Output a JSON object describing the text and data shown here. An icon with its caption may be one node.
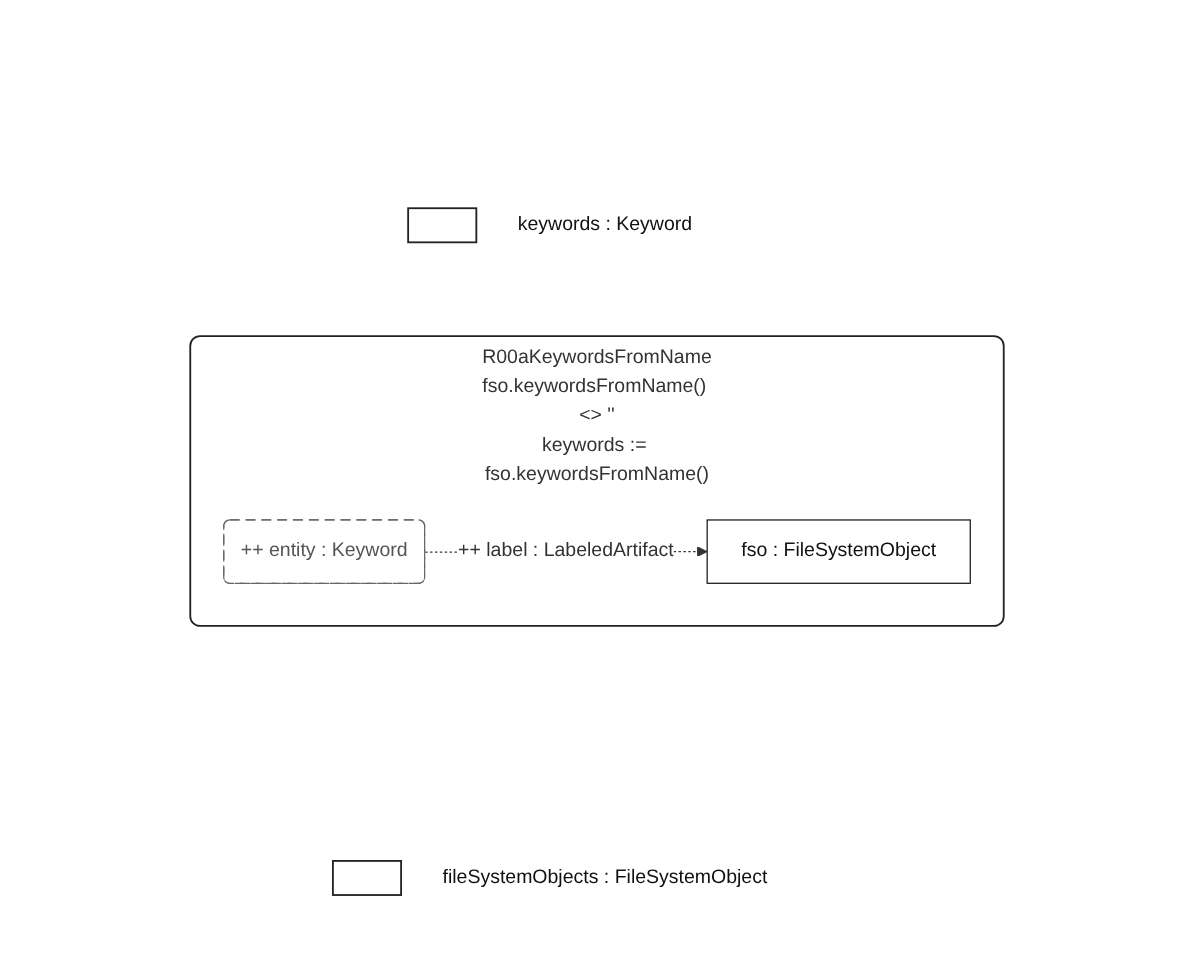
{
  "diagram": {
    "nodes": [
      {
        "text": [
          "R00aKeywordsFromName",
          "fso.keywordsFromName() <> ''",
          "keywords := fso.keywordsFromName()"
        ]
      },
      {
        "text": [],
        "shape": "box",
        "beside": [
          "keywords : Keyword"
        ]
      },
      {
        "text": [],
        "shape": "box",
        "beside": [
          "fileSystemObjects : FileSystemObject"
        ]
      },
      {
        "text": [
          "++ entity : Keyword"
        ],
        "in": 0
      },
      {
        "text": [
          "fso : FileSystemObject"
        ],
        "in": 0
      }
    ],
    "edges": [
      {
        "from": 3,
        "to": 4,
        "arrow": "to",
        "label": "++ label : LabeledArtifact",
        "style": "dashed"
      }
    ]
  }
}
